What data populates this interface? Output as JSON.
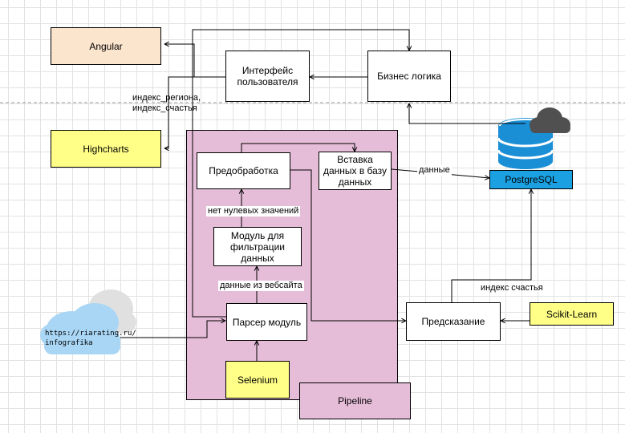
{
  "nodes": {
    "angular": "Angular",
    "ui": "Интерфейс пользователя",
    "business_logic": "Бизнес логика",
    "highcharts": "Highcharts",
    "preprocessing": "Предобработка",
    "insert_db": "Вставка данных в базу данных",
    "postgresql": "PostgreSQL",
    "filter_module": "Модуль для фильтрации данных",
    "parser": "Парсер модуль",
    "prediction": "Предсказание",
    "scikit": "Scikit-Learn",
    "selenium": "Selenium",
    "pipeline": "Pipeline"
  },
  "edge_labels": {
    "index_labels_line1": "индекс_региона,",
    "index_labels_line2": "индекс_счастья",
    "data": "данные",
    "no_nulls": "нет нулевых значений",
    "web_data": "данные из вебсайта",
    "happiness_index": "индекс счастья"
  },
  "source": {
    "url_line1": "https://riarating.ru/",
    "url_line2": "infografika"
  },
  "colors": {
    "angular": "#fce5cd",
    "highcharts": "#ffff88",
    "selenium": "#ffff88",
    "scikit": "#ffff88",
    "pipeline": "#e6bdd9",
    "postgresql": "#1ba1e2",
    "cloud_gray": "#505050"
  }
}
